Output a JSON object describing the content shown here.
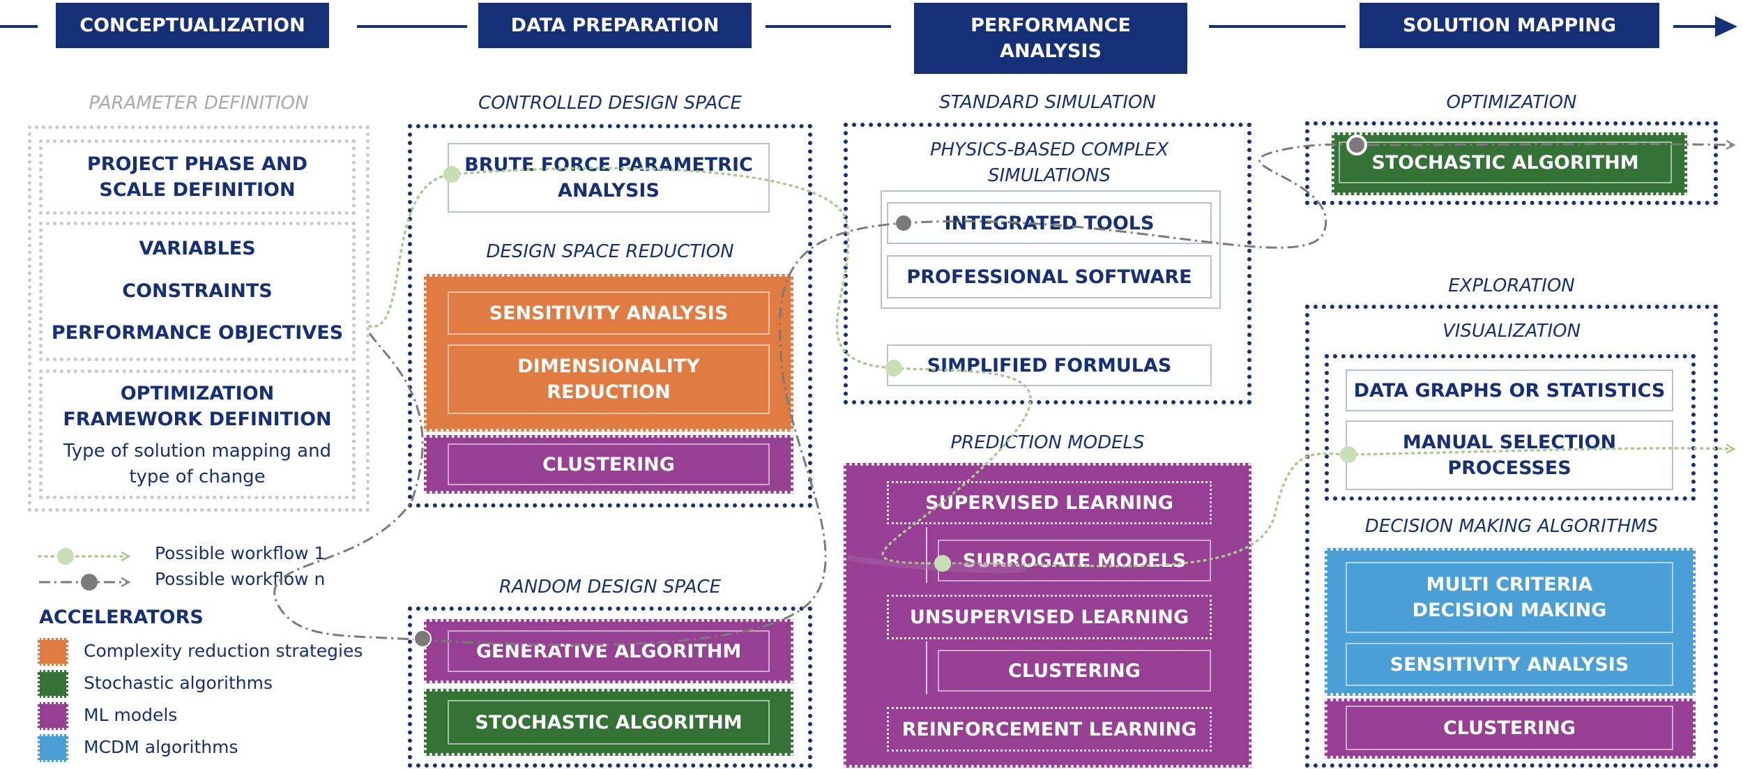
{
  "stages": {
    "conceptualization": "CONCEPTUALIZATION",
    "data_preparation": "DATA PREPARATION",
    "performance_analysis": "PERFORMANCE ANALYSIS",
    "solution_mapping": "SOLUTION MAPPING"
  },
  "conceptualization": {
    "section": "PARAMETER DEFINITION",
    "project_phase": "PROJECT PHASE AND SCALE DEFINITION",
    "variables": "VARIABLES",
    "constraints": "CONSTRAINTS",
    "performance_objectives": "PERFORMANCE OBJECTIVES",
    "optimization_framework": "OPTIMIZATION FRAMEWORK DEFINITION",
    "framework_note": "Type of solution mapping and type of change"
  },
  "data_preparation": {
    "controlled_space": "CONTROLLED DESIGN SPACE",
    "brute_force": "BRUTE FORCE PARAMETRIC ANALYSIS",
    "reduction": "DESIGN SPACE  REDUCTION",
    "sensitivity": "SENSITIVITY ANALYSIS",
    "dimensionality": "DIMENSIONALITY REDUCTION",
    "clustering": "CLUSTERING",
    "random_space": "RANDOM DESIGN SPACE",
    "generative": "GENERATIVE ALGORITHM",
    "stochastic": "STOCHASTIC ALGORITHM"
  },
  "performance_analysis": {
    "standard_simulation": "STANDARD SIMULATION",
    "physics_based": "PHYSICS-BASED COMPLEX SIMULATIONS",
    "integrated_tools": "INTEGRATED TOOLS",
    "professional_software": "PROFESSIONAL SOFTWARE",
    "simplified_formulas": "SIMPLIFIED FORMULAS",
    "prediction_models": "PREDICTION MODELS",
    "supervised": "SUPERVISED LEARNING",
    "surrogate": "SURROGATE MODELS",
    "unsupervised": "UNSUPERVISED LEARNING",
    "clustering": "CLUSTERING",
    "reinforcement": "REINFORCEMENT LEARNING"
  },
  "solution_mapping": {
    "optimization": "OPTIMIZATION",
    "stochastic": "STOCHASTIC ALGORITHM",
    "exploration": "EXPLORATION",
    "visualization": "VISUALIZATION",
    "data_graphs": "DATA GRAPHS OR STATISTICS",
    "manual_selection": "MANUAL SELECTION PROCESSES",
    "decision_making": "DECISION MAKING ALGORITHMS",
    "mcdm": "MULTI CRITERIA DECISION MAKING",
    "sensitivity": "SENSITIVITY ANALYSIS",
    "clustering": "CLUSTERING"
  },
  "legend": {
    "workflow_1": "Possible workflow 1",
    "workflow_n": "Possible workflow n",
    "accelerators_title": "ACCELERATORS",
    "complexity": "Complexity reduction strategies",
    "stochastic": "Stochastic algorithms",
    "ml": "ML models",
    "mcdm": "MCDM algorithms"
  },
  "colors": {
    "navy": "#163078",
    "orange": "#e07b41",
    "purple": "#963f93",
    "green": "#357236",
    "blue": "#4aa0d6",
    "workflow_1": "#a9c98e",
    "workflow_n": "#7a7a7a"
  }
}
